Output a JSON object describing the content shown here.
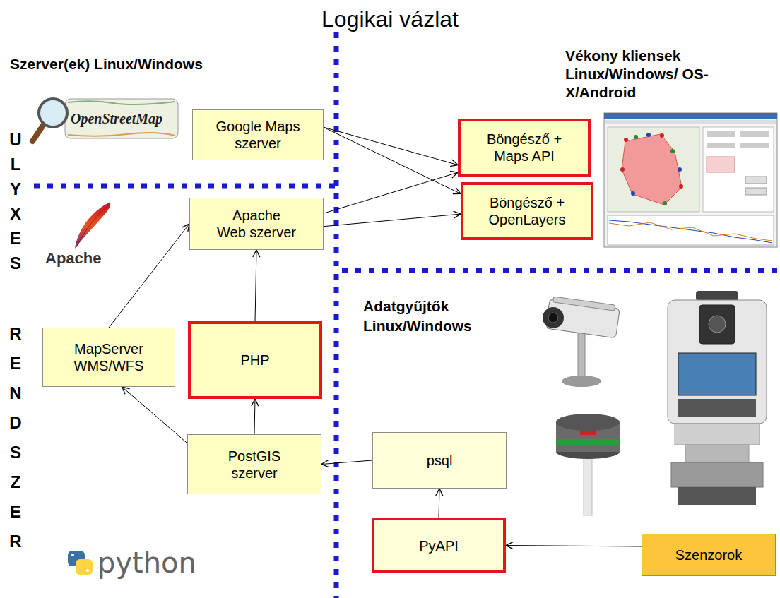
{
  "diagram": {
    "title": "Logikai vázlat",
    "nodes": [
      {
        "text": [
          "Google Maps szerver"
        ]
      },
      {
        "text": [
          "Böngésző + Maps API"
        ]
      },
      {
        "text": [
          "Apache Web szerver"
        ]
      },
      {
        "text": [
          "Böngésző + OpenLayers"
        ]
      },
      {
        "text": [
          "MapServer WMS/WFS"
        ]
      },
      {
        "text": [
          "PHP"
        ]
      },
      {
        "text": [
          "PostGIS szerver"
        ]
      },
      {
        "text": [
          "psql"
        ]
      },
      {
        "text": [
          "PyAPI"
        ]
      },
      {
        "text": [
          "Szenzorok"
        ]
      }
    ],
    "edges": [
      {
        "from": 0,
        "to": 1,
        "arrow": "to"
      },
      {
        "from": 0,
        "to": 3,
        "arrow": "to"
      },
      {
        "from": 2,
        "to": 1,
        "arrow": "to"
      },
      {
        "from": 2,
        "to": 3,
        "arrow": "to"
      },
      {
        "from": 4,
        "to": 2,
        "arrow": "to"
      },
      {
        "from": 5,
        "to": 2,
        "arrow": "to"
      },
      {
        "from": 6,
        "to": 4,
        "arrow": "to"
      },
      {
        "from": 6,
        "to": 5,
        "arrow": "to"
      },
      {
        "from": 7,
        "to": 6,
        "arrow": "to"
      },
      {
        "from": 8,
        "to": 7,
        "arrow": "to"
      },
      {
        "from": 9,
        "to": 8,
        "arrow": "to"
      }
    ],
    "labels": [
      "Szerver(ek) Linux/Windows",
      "Vékony kliensek Linux/Windows/ OS-X/Android",
      "Adatgyűjtők Linux/Windows",
      "ULYXES",
      "RENDSZER",
      "OpenStreetMap",
      "Apache",
      "python"
    ]
  }
}
